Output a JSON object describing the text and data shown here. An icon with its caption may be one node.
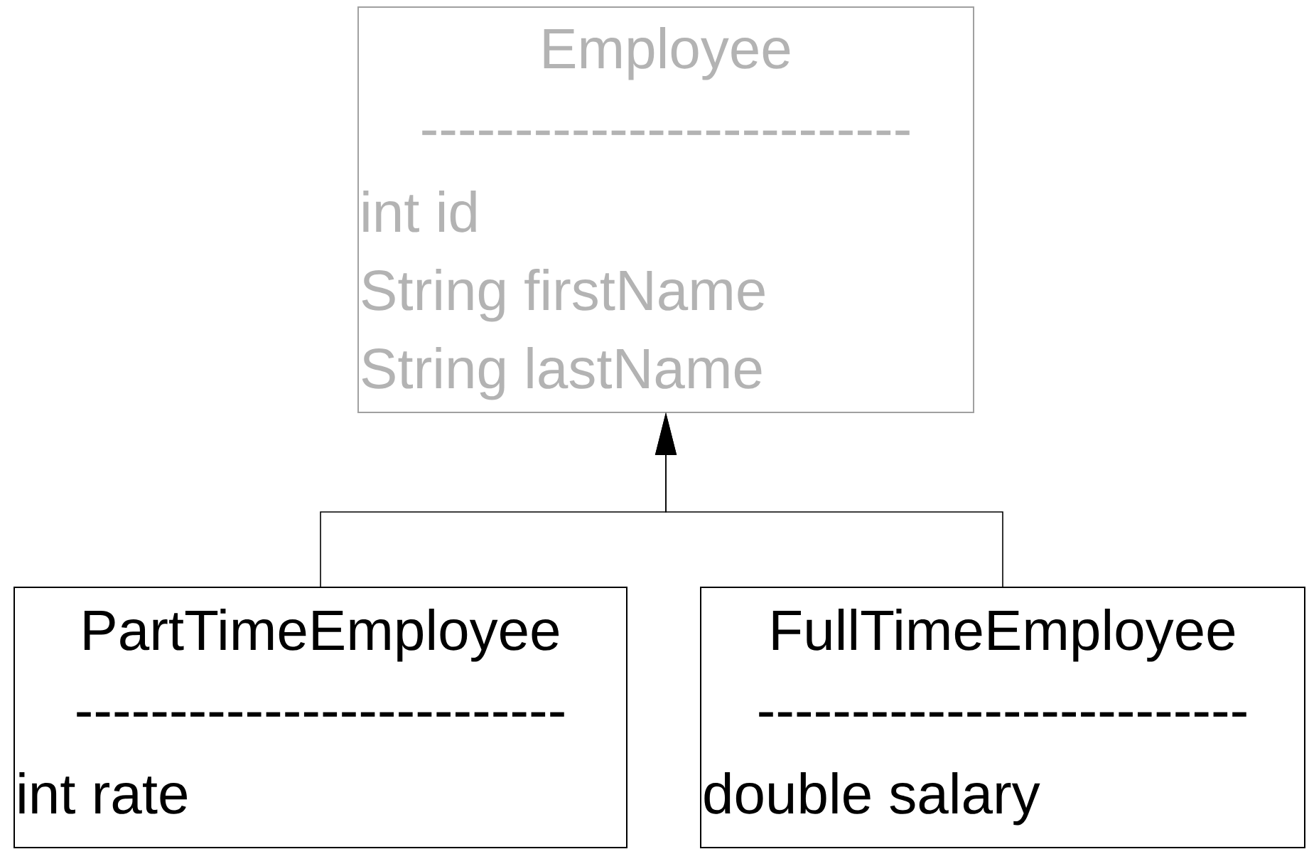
{
  "diagram": {
    "nodes": [
      {
        "text": [
          "Employee",
          "--------------------------",
          "int id",
          "String firstName",
          "String lastName"
        ]
      },
      {
        "text": [
          "PartTimeEmployee",
          "--------------------------",
          "int rate"
        ]
      },
      {
        "text": [
          "FullTimeEmployee",
          "--------------------------",
          "double salary"
        ]
      }
    ],
    "edges": [
      {
        "from": 1,
        "to": 0,
        "arrow": "to"
      },
      {
        "from": 2,
        "to": 0,
        "arrow": "to"
      }
    ]
  }
}
